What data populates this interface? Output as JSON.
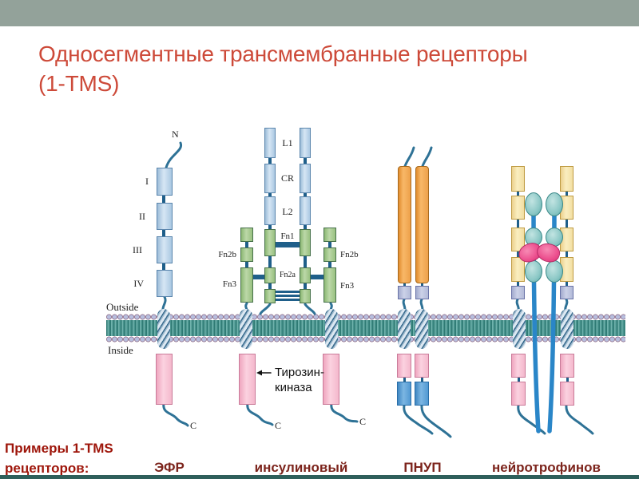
{
  "slide": {
    "title_line1": "Односегментные трансмембранные рецепторы",
    "title_line2": "(1-TMS)"
  },
  "colors": {
    "top_bar": "#93a29a",
    "bottom_bar": "#2e5f5b",
    "title_text": "#cd4a39",
    "caption_text": "#9e150a",
    "receptor_name_text": "#7c241c",
    "membrane_core_teal": "#4a948e",
    "lipid_heads": "#b7bede",
    "domain_blue": "#bdd6ee",
    "domain_green": "#a5cb8b",
    "domain_orange": "#f2a44e",
    "domain_cream": "#f6e3a8",
    "domain_teal": "#8cc8c8",
    "domain_pink": "#f6bace",
    "domain_lavender": "#b9c0de",
    "domain_blue_dark": "#569fd6",
    "ligand_pink": "#ec4f8e",
    "chain_stroke": "#2e7296"
  },
  "diagram": {
    "membrane": {
      "outside_label": "Outside",
      "inside_label": "Inside"
    },
    "egf": {
      "n_label": "N",
      "c_label": "C",
      "domains": [
        "I",
        "II",
        "III",
        "IV"
      ]
    },
    "insulin": {
      "c_label": "C",
      "ecto_domains": [
        "L1",
        "CR",
        "L2"
      ],
      "fn1": "Fn1",
      "fn2a": "Fn2a",
      "fn2b": "Fn2b",
      "fn3": "Fn3",
      "kinase_label_line1": "Тирозин-",
      "kinase_label_line2": "киназа"
    }
  },
  "footer": {
    "caption_line1": "Примеры 1-TMS",
    "caption_line2": "рецепторов:",
    "receptor_names": [
      "ЭФР",
      "инсулиновый",
      "ПНУП",
      "нейротрофинов"
    ]
  }
}
